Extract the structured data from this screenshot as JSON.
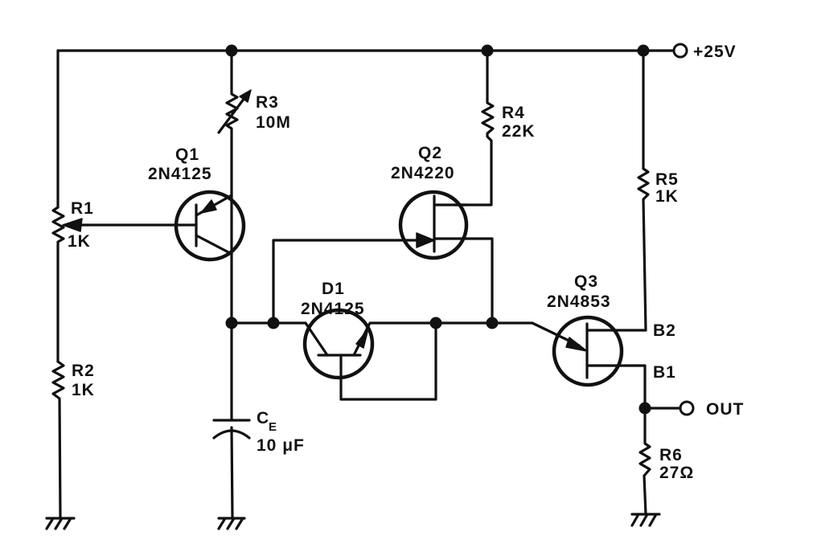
{
  "diagram": {
    "type": "circuit schematic",
    "description": "UJT relaxation oscillator with constant-current capacitor charging",
    "supply": {
      "label": "+25V"
    },
    "output": {
      "label": "OUT"
    },
    "components": {
      "R1": {
        "ref": "R1",
        "value": "1K",
        "kind": "potentiometer"
      },
      "R2": {
        "ref": "R2",
        "value": "1K",
        "kind": "resistor"
      },
      "R3": {
        "ref": "R3",
        "value": "10M",
        "kind": "variable resistor"
      },
      "R4": {
        "ref": "R4",
        "value": "22K",
        "kind": "resistor"
      },
      "R5": {
        "ref": "R5",
        "value": "1K",
        "kind": "resistor"
      },
      "R6": {
        "ref": "R6",
        "value": "27Ω",
        "kind": "resistor"
      },
      "CE": {
        "ref": "C",
        "ref_sub": "E",
        "value": "10 μF",
        "kind": "capacitor"
      },
      "Q1": {
        "ref": "Q1",
        "part": "2N4125",
        "kind": "PNP transistor"
      },
      "Q2": {
        "ref": "Q2",
        "part": "2N4220",
        "kind": "N-channel JFET"
      },
      "D1": {
        "ref": "D1",
        "part": "2N4125",
        "kind": "transistor as diode"
      },
      "Q3": {
        "ref": "Q3",
        "part": "2N4853",
        "kind": "unijunction transistor",
        "pins": {
          "b2": "B2",
          "b1": "B1"
        }
      }
    }
  }
}
